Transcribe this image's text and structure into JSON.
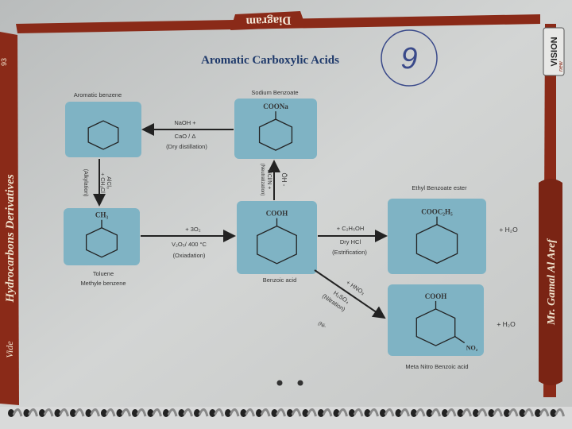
{
  "header": {
    "tab_label": "Diagram",
    "title": "Aromatic Carboxylic Acids",
    "handwritten_mark": "9"
  },
  "side_bands": {
    "left_text": "Hydrocarbons Derivatives",
    "left_lower_text": "Vide",
    "left_page_corner": "93",
    "right_text": "Mr. Gamal Al Aref",
    "logo": "VISION",
    "logo_sub": "new"
  },
  "compounds": [
    {
      "id": "benzene",
      "label": "Aromatic benzene",
      "substituent": ""
    },
    {
      "id": "sodium_benzoate",
      "label": "Sodium Benzoate",
      "substituent": "COONa"
    },
    {
      "id": "toluene",
      "label": "Toluene",
      "label2": "Methyle benzene",
      "substituent": "CH₃"
    },
    {
      "id": "benzoic_acid",
      "label": "Benzoic acid",
      "substituent": "COOH"
    },
    {
      "id": "ethyl_benzoate",
      "label": "Ethyl Benzoate ester",
      "substituent": "COOC₂H₅",
      "byproduct": "+ H₂O"
    },
    {
      "id": "meta_nitro",
      "label": "Meta Nitro Benzoic acid",
      "substituent": "COOH",
      "substituent2": "NO₂",
      "byproduct": "+ H₂O"
    }
  ],
  "reactions": {
    "decarboxylation": [
      "NaOH +",
      "CaO / Δ",
      "(Dry distillation)"
    ],
    "alkylation": [
      "AlCl₃",
      "+ CH₃Cl",
      "(Alkylation)"
    ],
    "neutralization": [
      "ŌH -",
      "HCl/N +",
      "(Neutralization)"
    ],
    "oxidation": [
      "+ 3O₂",
      "V₂O₅/ 400 °C",
      "(Oxiadation)"
    ],
    "esterification": [
      "+ C₂H₅OH",
      "Dry HCl",
      "(Estrification)"
    ],
    "nitration": [
      "+ HNO₃",
      "H₂SO₄",
      "(Nitration)"
    ],
    "stray_note": "(Ni-"
  },
  "colors": {
    "box": "#7fb3c4",
    "band": "#8a2a18",
    "title": "#1f3a6b",
    "paper": "#cfd1d0"
  }
}
